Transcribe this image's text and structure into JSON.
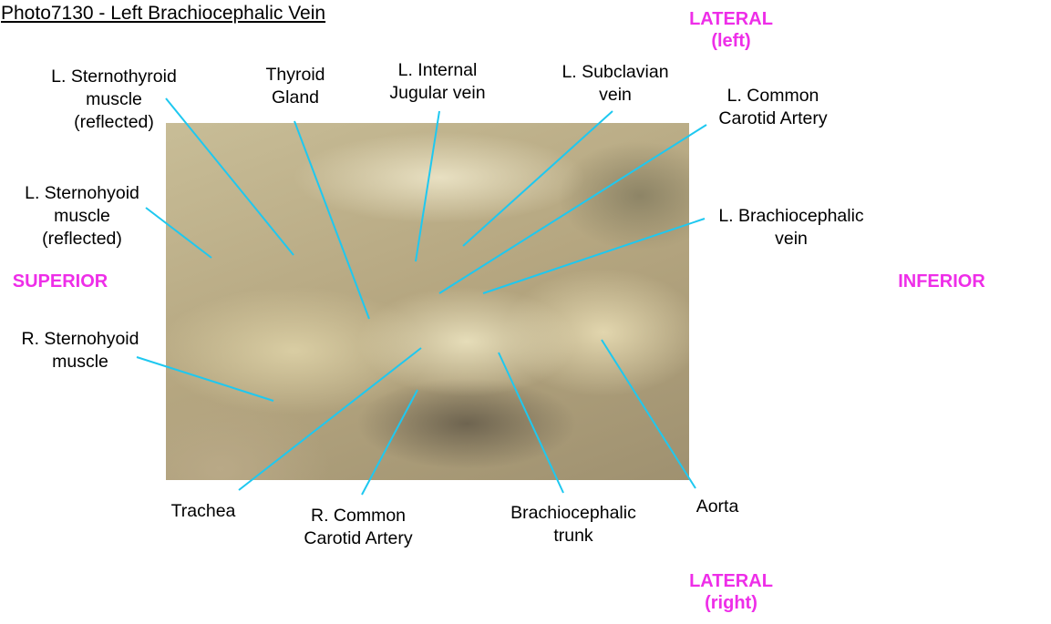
{
  "title": "Photo7130 - Left Brachiocephalic Vein",
  "line_color": "#1ec8f0",
  "directions": {
    "lateral_left": [
      "LATERAL",
      "(left)"
    ],
    "lateral_right": [
      "LATERAL",
      "(right)"
    ],
    "superior": "SUPERIOR",
    "inferior": "INFERIOR"
  },
  "labels": {
    "l_sternothyroid": [
      "L. Sternothyroid",
      "muscle",
      "(reflected)"
    ],
    "thyroid_gland": [
      "Thyroid",
      "Gland"
    ],
    "l_internal_jugular": [
      "L. Internal",
      "Jugular vein"
    ],
    "l_subclavian": [
      "L. Subclavian",
      "vein"
    ],
    "l_common_carotid": [
      "L. Common",
      "Carotid Artery"
    ],
    "l_brachiocephalic_vein": [
      "L. Brachiocephalic",
      "vein"
    ],
    "l_sternohyoid": [
      "L. Sternohyoid",
      "muscle",
      "(reflected)"
    ],
    "r_sternohyoid": [
      "R. Sternohyoid",
      "muscle"
    ],
    "trachea": [
      "Trachea"
    ],
    "r_common_carotid": [
      "R. Common",
      "Carotid Artery"
    ],
    "brachiocephalic_trunk": [
      "Brachiocephalic",
      "trunk"
    ],
    "aorta": [
      "Aorta"
    ]
  }
}
